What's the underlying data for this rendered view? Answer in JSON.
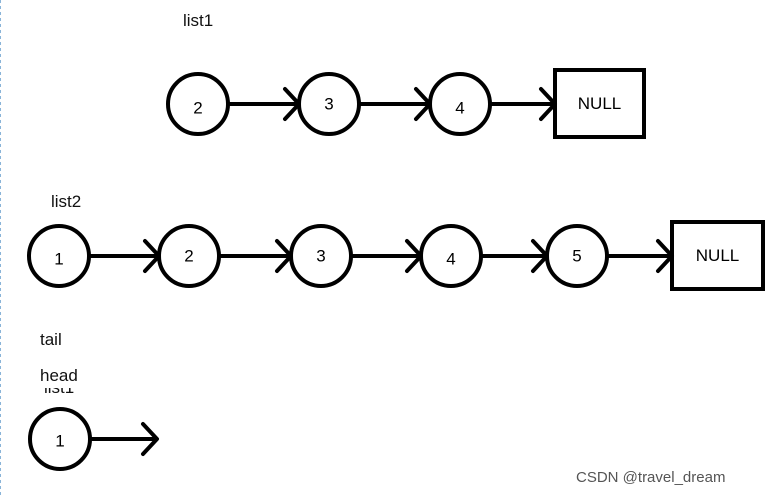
{
  "labels": {
    "list1": "list1",
    "list2": "list2",
    "tail": "tail",
    "head": "head",
    "hidden_fragment": "list1"
  },
  "watermark": "CSDN @travel_dream",
  "colors": {
    "stroke": "#000000",
    "background": "#ffffff",
    "watermark": "#555555"
  },
  "diagram": {
    "list1": {
      "nodes": [
        "2",
        "3",
        "4"
      ],
      "terminal": "NULL"
    },
    "list2": {
      "nodes": [
        "1",
        "2",
        "3",
        "4",
        "5"
      ],
      "terminal": "NULL"
    },
    "merged": {
      "nodes": [
        "1"
      ],
      "terminal": ""
    }
  }
}
